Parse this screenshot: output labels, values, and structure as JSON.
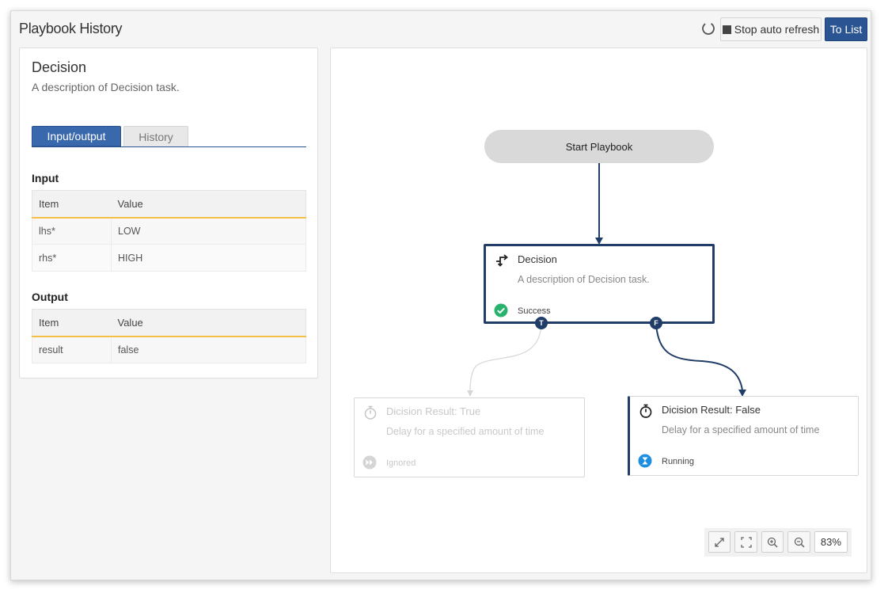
{
  "header": {
    "title": "Playbook History",
    "stop_label": "Stop auto refresh",
    "list_label": "To List"
  },
  "detail": {
    "title": "Decision",
    "description": "A description of Decision task.",
    "tabs": [
      {
        "label": "Input/output",
        "active": true
      },
      {
        "label": "History",
        "active": false
      }
    ],
    "input": {
      "label": "Input",
      "columns": [
        "Item",
        "Value"
      ],
      "rows": [
        {
          "item": "lhs*",
          "value": "LOW"
        },
        {
          "item": "rhs*",
          "value": "HIGH"
        }
      ]
    },
    "output": {
      "label": "Output",
      "columns": [
        "Item",
        "Value"
      ],
      "rows": [
        {
          "item": "result",
          "value": "false"
        }
      ]
    }
  },
  "flow": {
    "start": {
      "label": "Start Playbook"
    },
    "decision": {
      "title": "Decision",
      "description": "A description of Decision task.",
      "status": "Success",
      "icon": "decision-branch-icon",
      "status_icon": "check-circle-icon"
    },
    "ports": {
      "true_label": "T",
      "false_label": "F"
    },
    "true_node": {
      "title": "Dicision Result: True",
      "description": "Delay for a specified amount of time",
      "status": "Ignored",
      "icon": "stopwatch-icon",
      "status_icon": "fast-forward-icon"
    },
    "false_node": {
      "title": "Dicision Result: False",
      "description": "Delay for a specified amount of time",
      "status": "Running",
      "icon": "stopwatch-icon",
      "status_icon": "hourglass-icon"
    }
  },
  "zoom": {
    "level": "83%"
  },
  "colors": {
    "primary": "#2b5592",
    "node_border": "#1f3d66",
    "success": "#27b36b",
    "running": "#1e8fe0",
    "accent_line": "#f4c048"
  }
}
